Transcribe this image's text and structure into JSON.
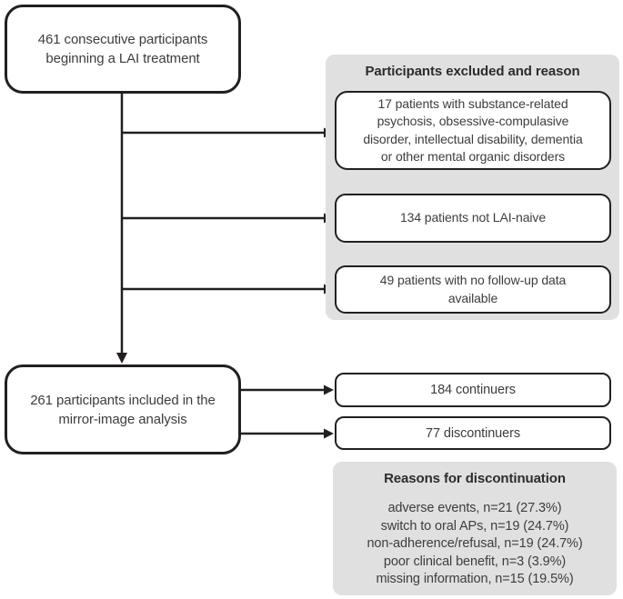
{
  "palette": {
    "panel_bg": "#e0e0e0",
    "line_color": "#231f20",
    "text_color": "#3d3d3d"
  },
  "flow": {
    "start": {
      "lines": [
        "461 consecutive participants",
        "beginning a LAI treatment"
      ]
    },
    "exclusion_panel": {
      "title": "Participants excluded and reason",
      "boxes": [
        {
          "lines": [
            "17 patients with substance-related",
            "psychosis, obsessive-compulasive",
            "disorder, intellectual disability, dementia",
            "or other mental organic disorders"
          ]
        },
        {
          "lines": [
            "134 patients not LAI-naive"
          ]
        },
        {
          "lines": [
            "49 patients with no follow-up data",
            "available"
          ]
        }
      ]
    },
    "included": {
      "lines": [
        "261 participants included in the",
        "mirror-image analysis"
      ]
    },
    "continuers": {
      "label": "184 continuers"
    },
    "discontinuers": {
      "label": "77 discontinuers"
    },
    "reasons_panel": {
      "title": "Reasons for discontinuation",
      "items": [
        "adverse events, n=21 (27.3%)",
        "switch to oral APs, n=19 (24.7%)",
        "non-adherence/refusal, n=19 (24.7%)",
        "poor clinical benefit, n=3 (3.9%)",
        "missing information, n=15 (19.5%)"
      ]
    }
  }
}
